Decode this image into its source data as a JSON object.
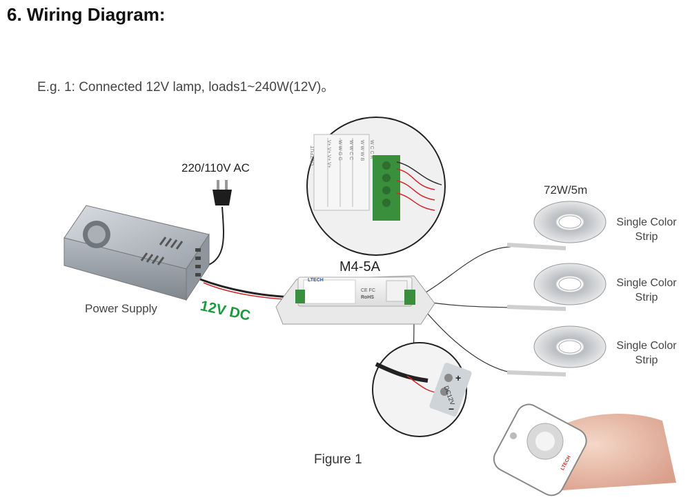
{
  "heading": "6. Wiring Diagram:",
  "example": "E.g. 1: Connected 12V lamp, loads1~240W(12V)。",
  "ac_label": "220/110V AC",
  "model_label": "M4-5A",
  "power_supply_label": "Power Supply",
  "dc_label": "12V DC",
  "strip_wattage": "72W/5m",
  "strips": [
    {
      "label": "Single Color Strip"
    },
    {
      "label": "Single Color Strip"
    },
    {
      "label": "Single Color Strip"
    }
  ],
  "figure_caption": "Figure 1",
  "output_terminal_text": {
    "header": "OUTPUT",
    "rows": [
      "V+ V+ V+ V+",
      "W W G G",
      "W W C C",
      "W W W B",
      "W C C R"
    ]
  },
  "controller_label_text": {
    "brand": "LTECH",
    "rohs": "RoHS",
    "ce": "CE FC"
  },
  "remote_brand": "LTECH",
  "power_input_text": {
    "plus": "+",
    "minus": "−",
    "voltage": "DC12V"
  },
  "colors": {
    "dc_label": "#1a9a3e",
    "wire_red": "#d6242a",
    "wire_black": "#222222",
    "terminal_green": "#3a8f3c"
  }
}
